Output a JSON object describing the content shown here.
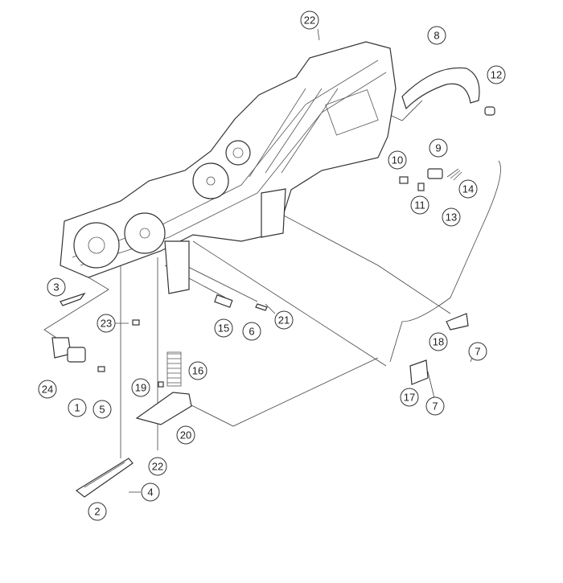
{
  "diagram": {
    "type": "exploded-parts-diagram",
    "callouts": [
      "22",
      "8",
      "12",
      "10",
      "9",
      "11",
      "14",
      "13",
      "3",
      "23",
      "15",
      "6",
      "21",
      "18",
      "7",
      "24",
      "1",
      "5",
      "16",
      "19",
      "20",
      "22",
      "17",
      "7",
      "4",
      "2"
    ]
  }
}
